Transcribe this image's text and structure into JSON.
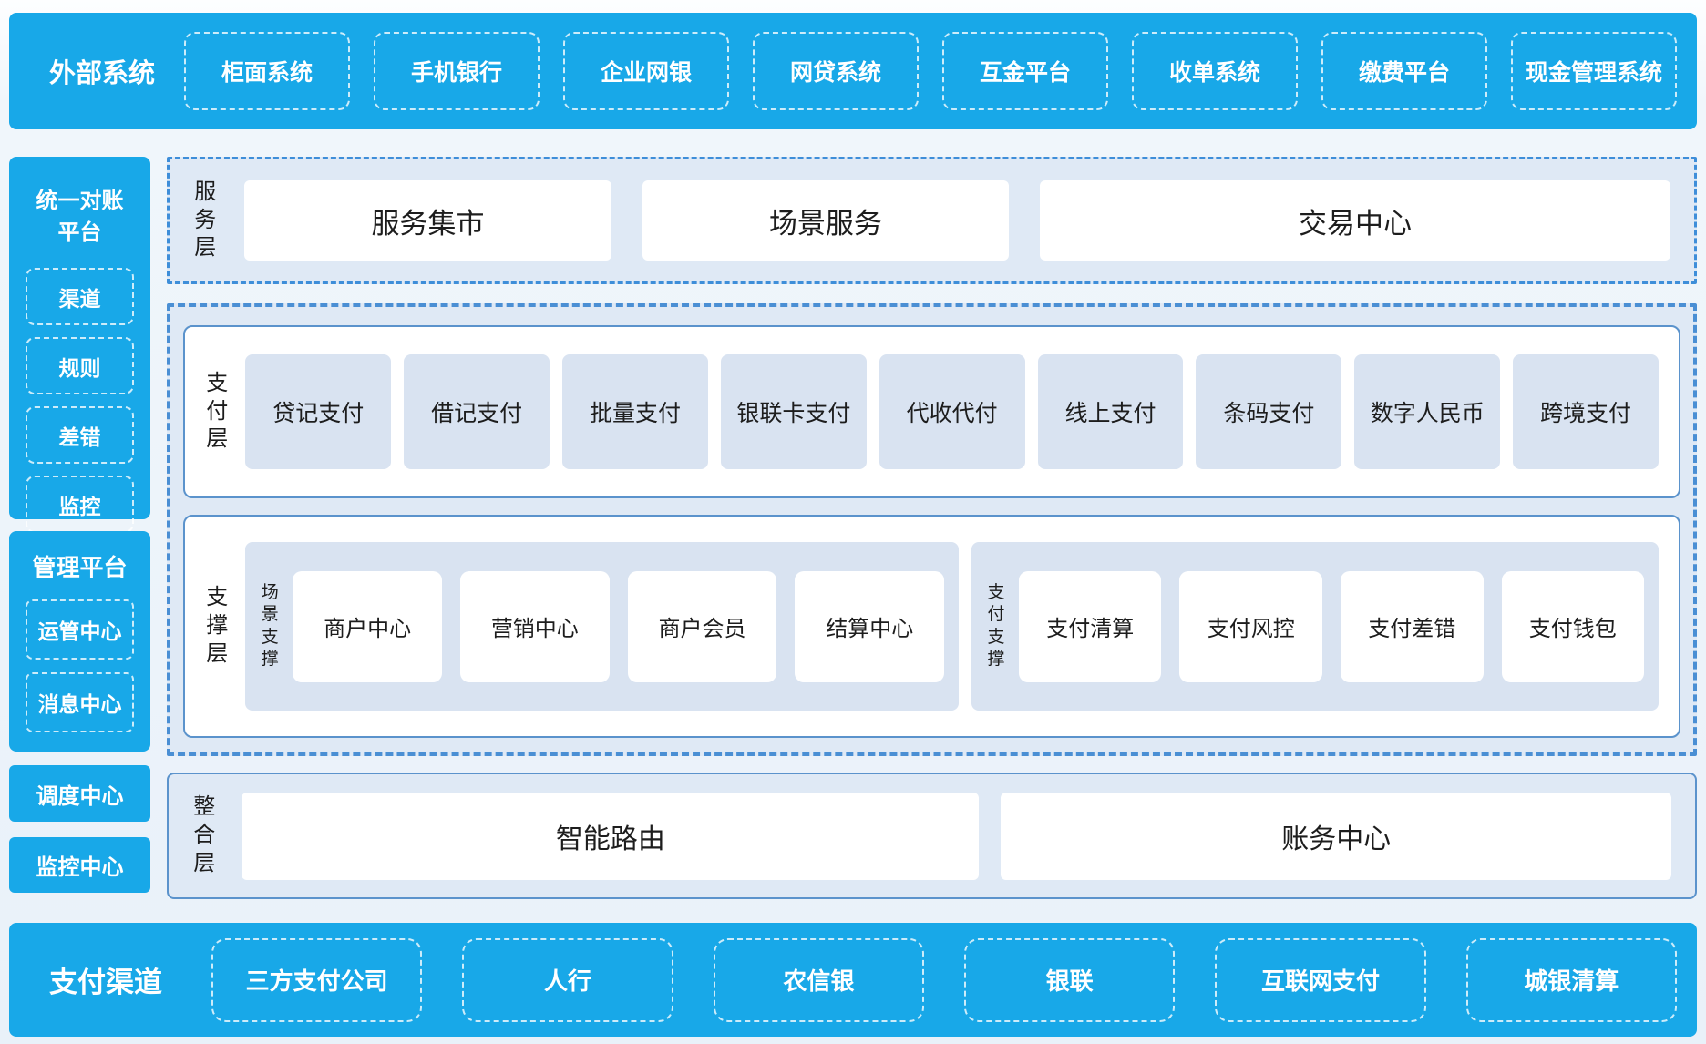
{
  "colors": {
    "accent_blue": "#18a8e8",
    "panel_bg": "#dfe9f5",
    "item_bg": "#d9e3f1",
    "solid_border": "#5b93cc",
    "dashed_border": "#4a8fd4"
  },
  "top_bar": {
    "label": "外部系统",
    "items": [
      "柜面系统",
      "手机银行",
      "企业网银",
      "网贷系统",
      "互金平台",
      "收单系统",
      "缴费平台",
      "现金管理系统"
    ]
  },
  "sidebar": {
    "reconciliation": {
      "title": "统一对账平台",
      "items": [
        "渠道",
        "规则",
        "差错",
        "监控"
      ]
    },
    "management": {
      "title": "管理平台",
      "items": [
        "运管中心",
        "消息中心"
      ]
    },
    "dispatch_center": "调度中心",
    "monitoring_center": "监控中心"
  },
  "layers": {
    "service": {
      "label": "服务层",
      "items": [
        "服务集市",
        "场景服务",
        "交易中心"
      ]
    },
    "payment": {
      "label": "支付层",
      "items": [
        "贷记支付",
        "借记支付",
        "批量支付",
        "银联卡支付",
        "代收代付",
        "线上支付",
        "条码支付",
        "数字人民币",
        "跨境支付"
      ]
    },
    "support": {
      "label": "支撑层",
      "groups": [
        {
          "label": "场景支撑",
          "items": [
            "商户中心",
            "营销中心",
            "商户会员",
            "结算中心"
          ]
        },
        {
          "label": "支付支撑",
          "items": [
            "支付清算",
            "支付风控",
            "支付差错",
            "支付钱包"
          ]
        }
      ]
    },
    "integration": {
      "label": "整合层",
      "items": [
        "智能路由",
        "账务中心"
      ]
    }
  },
  "bottom_bar": {
    "label": "支付渠道",
    "items": [
      "三方支付公司",
      "人行",
      "农信银",
      "银联",
      "互联网支付",
      "城银清算"
    ]
  }
}
